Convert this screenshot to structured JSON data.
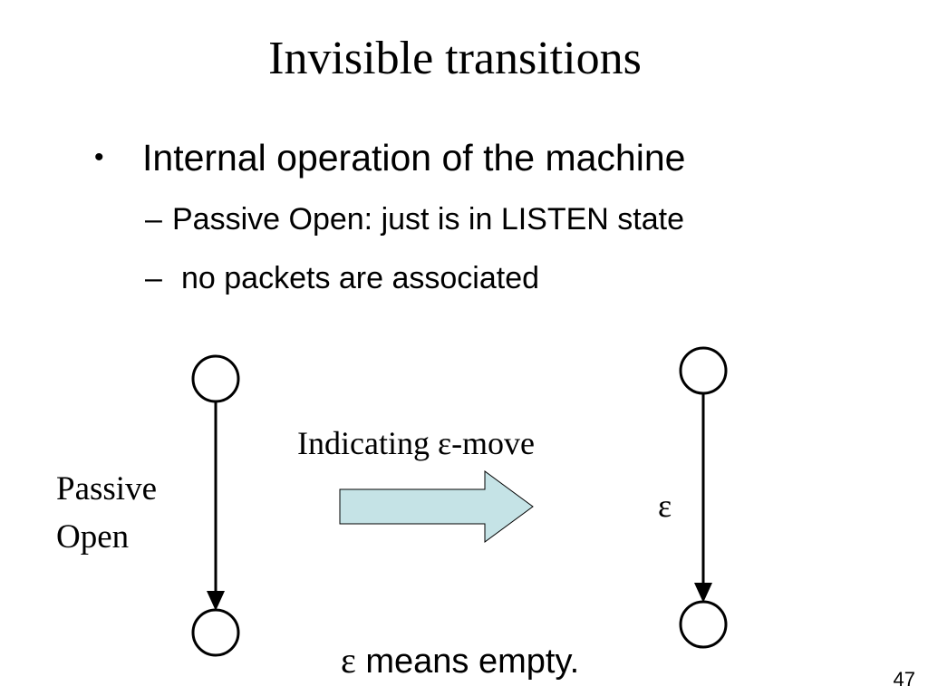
{
  "slide": {
    "title": "Invisible transitions",
    "page_number": "47"
  },
  "bullets": {
    "level1_marker": "•",
    "level1_text": "Internal operation of the machine",
    "level2": [
      {
        "marker": "–",
        "text": "Passive Open: just is in LISTEN state"
      },
      {
        "marker": "–",
        "text": "no packets are associated"
      }
    ]
  },
  "diagram": {
    "left_label_line1": "Passive",
    "left_label_line2": "Open",
    "arrow_caption": "Indicating ε-move",
    "right_transition_label": "ε",
    "footnote_symbol": "ε",
    "footnote_text": " means empty.",
    "colors": {
      "block_arrow_fill": "#c5e3e6",
      "stroke": "#000000"
    }
  }
}
